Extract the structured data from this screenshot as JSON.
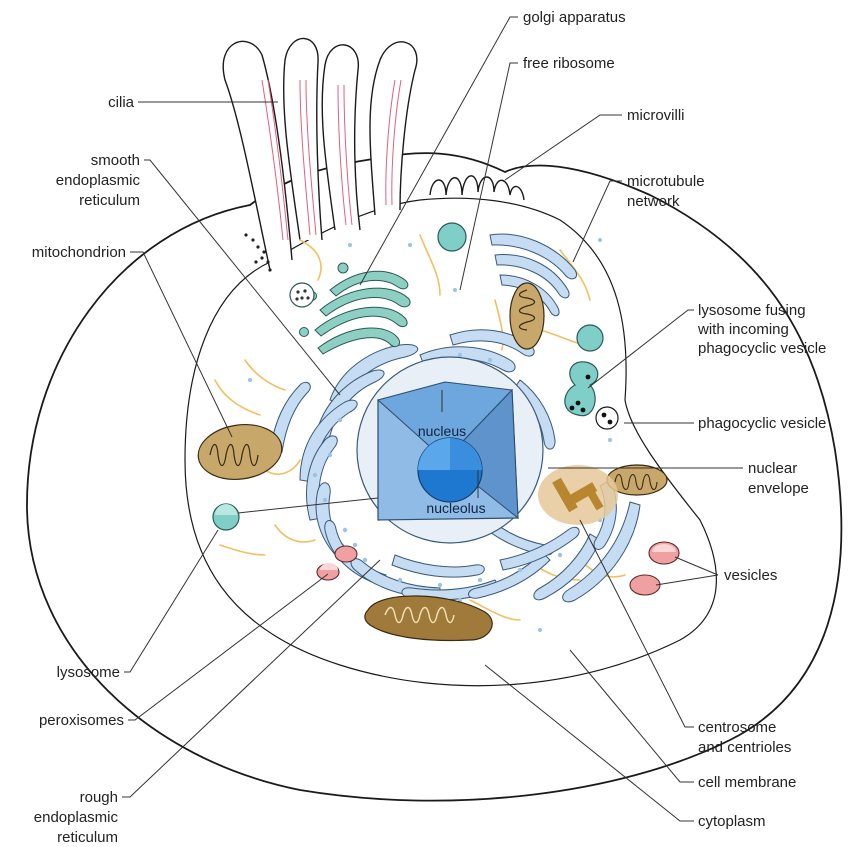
{
  "diagram": {
    "labels": {
      "golgi": "golgi apparatus",
      "free_ribosome": "free ribosome",
      "microvilli": "microvilli",
      "cilia": "cilia",
      "smooth_er_1": "smooth",
      "smooth_er_2": "endoplasmic",
      "smooth_er_3": "reticulum",
      "microtubule_1": "microtubule",
      "microtubule_2": "network",
      "mitochondrion": "mitochondrion",
      "lysosome_fusing_1": "lysosome fusing",
      "lysosome_fusing_2": "with incoming",
      "lysosome_fusing_3": "phagocyclic vesicle",
      "phagocyclic_vesicle": "phagocyclic vesicle",
      "nuclear_envelope_1": "nuclear",
      "nuclear_envelope_2": "envelope",
      "vesicles": "vesicles",
      "lysosome": "lysosome",
      "peroxisomes": "peroxisomes",
      "centrosome_1": "centrosome",
      "centrosome_2": "and centrioles",
      "cell_membrane": "cell membrane",
      "rough_er_1": "rough",
      "rough_er_2": "endoplasmic",
      "rough_er_3": "reticulum",
      "cytoplasm": "cytoplasm",
      "nucleus": "nucleus",
      "nucleolus": "nucleolus"
    },
    "colors": {
      "nucleus": "#8fbbe6",
      "nucleolus": "#1e78d0",
      "er": "#c5dcf2",
      "mitochondrion": "#c8a86a",
      "golgi": "#8ecfc4",
      "lysosome": "#7fcfc8",
      "peroxisome": "#f0a0a0",
      "centrosome": "#e6c89a",
      "cilia_stripes": "#e06080",
      "filaments": "#f0c060"
    }
  }
}
